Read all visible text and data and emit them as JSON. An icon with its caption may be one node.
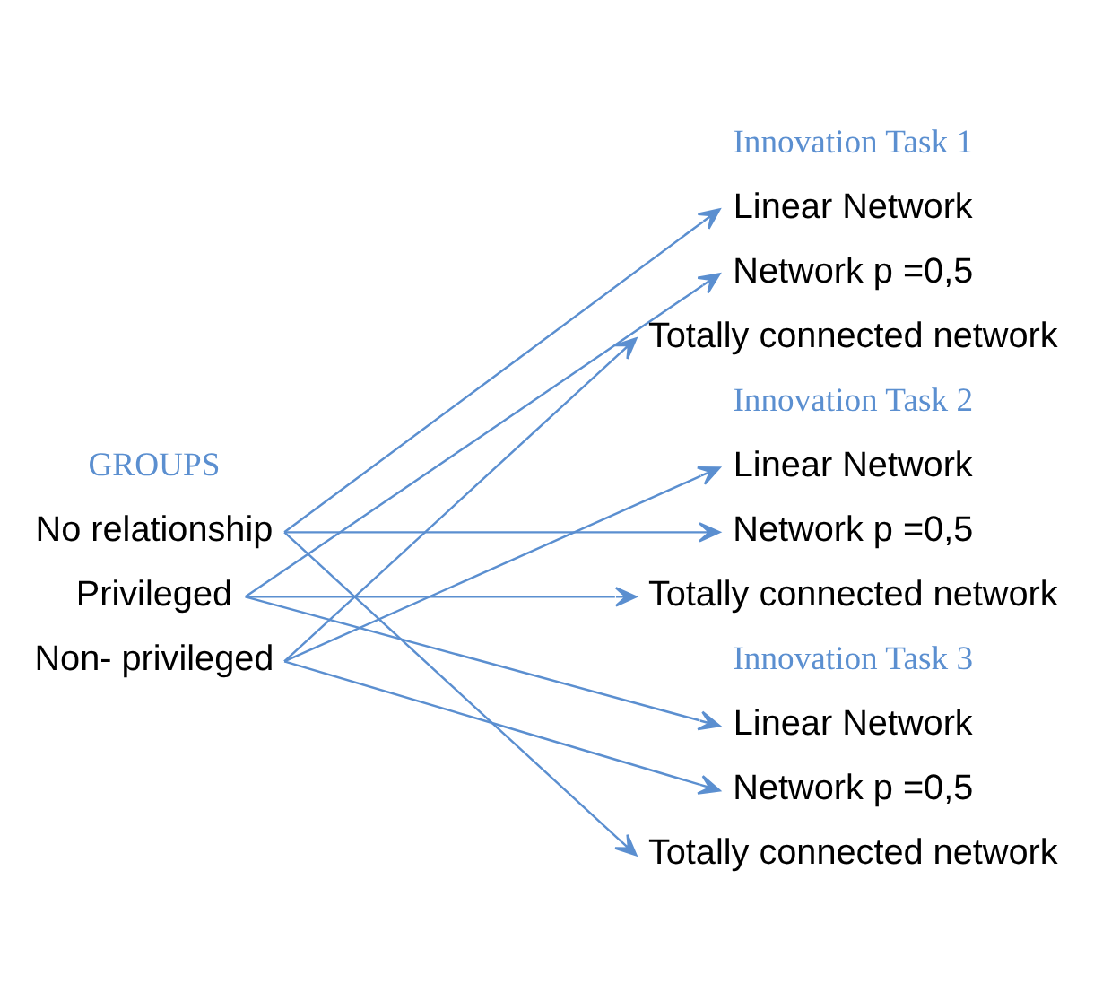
{
  "diagram": {
    "nodes": [
      {
        "text": [
          "No relationship"
        ]
      },
      {
        "text": [
          "Privileged"
        ]
      },
      {
        "text": [
          "Non- privileged"
        ]
      },
      {
        "text": [
          "Linear Network"
        ]
      },
      {
        "text": [
          "Network p =0,5"
        ]
      },
      {
        "text": [
          "Totally connected network"
        ]
      },
      {
        "text": [
          "Linear Network"
        ]
      },
      {
        "text": [
          "Network p =0,5"
        ]
      },
      {
        "text": [
          "Totally connected network"
        ]
      },
      {
        "text": [
          "Linear Network"
        ]
      },
      {
        "text": [
          "Network p =0,5"
        ]
      },
      {
        "text": [
          "Totally connected network"
        ]
      }
    ],
    "edges": [
      {
        "from": 0,
        "to": 3,
        "arrow": "to"
      },
      {
        "from": 0,
        "to": 7,
        "arrow": "to"
      },
      {
        "from": 0,
        "to": 11,
        "arrow": "to"
      },
      {
        "from": 1,
        "to": 4,
        "arrow": "to"
      },
      {
        "from": 1,
        "to": 8,
        "arrow": "to"
      },
      {
        "from": 1,
        "to": 9,
        "arrow": "to"
      },
      {
        "from": 2,
        "to": 5,
        "arrow": "to"
      },
      {
        "from": 2,
        "to": 6,
        "arrow": "to"
      },
      {
        "from": 2,
        "to": 10,
        "arrow": "to"
      }
    ],
    "labels": [
      "GROUPS",
      "Innovation Task 1",
      "Innovation Task 2",
      "Innovation Task 3"
    ]
  }
}
